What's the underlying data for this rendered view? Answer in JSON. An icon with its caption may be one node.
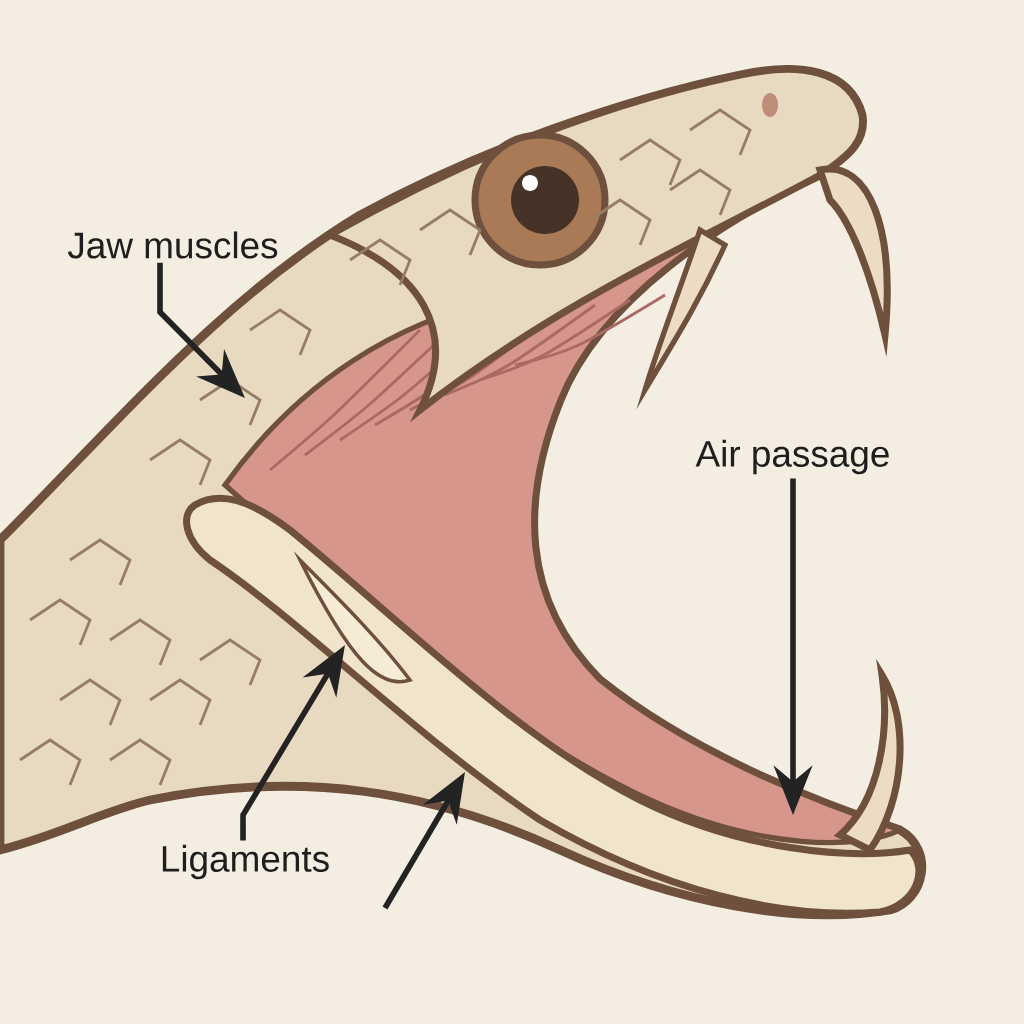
{
  "diagram": {
    "nodes": [
      {
        "text": [
          "Jaw muscles"
        ]
      },
      {
        "text": [
          "Air passage"
        ]
      },
      {
        "text": [
          "Ligaments"
        ]
      },
      {
        "text": [],
        "shape": "picture"
      }
    ],
    "edges": [
      {
        "from": 0,
        "to": null,
        "arrow": "to"
      },
      {
        "from": 1,
        "to": null,
        "arrow": "to"
      },
      {
        "from": 2,
        "to": 3,
        "arrow": "to"
      },
      {
        "from": null,
        "to": 3,
        "arrow": "to"
      }
    ]
  }
}
